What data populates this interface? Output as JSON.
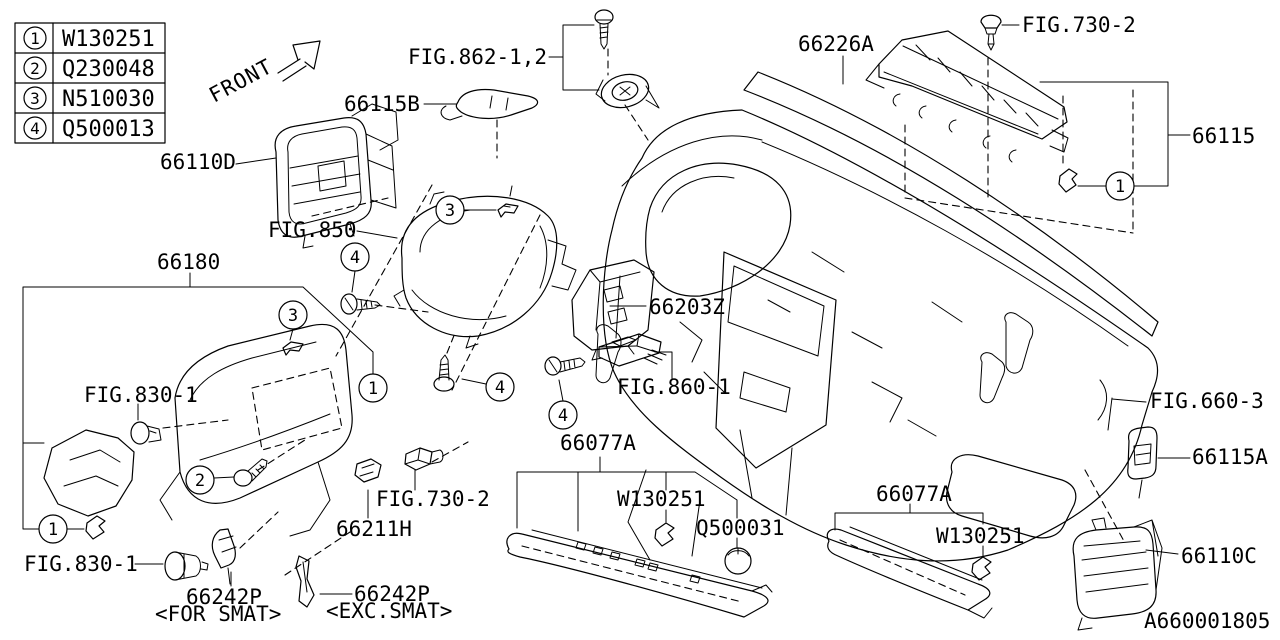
{
  "colors": {
    "ink": "#000000",
    "background": "#ffffff"
  },
  "front": {
    "label": "FRONT"
  },
  "legend": {
    "rows": [
      {
        "num": "1",
        "code": "W130251"
      },
      {
        "num": "2",
        "code": "Q230048"
      },
      {
        "num": "3",
        "code": "N510030"
      },
      {
        "num": "4",
        "code": "Q500013"
      }
    ]
  },
  "callouts": {
    "n1": "1",
    "n2": "2",
    "n3": "3",
    "n4": "4"
  },
  "labels": {
    "fig862": "FIG.862-1,2",
    "p66115b": "66115B",
    "p66110d": "66110D",
    "fig850": "FIG.850",
    "p66180": "66180",
    "fig830_top": "FIG.830-1",
    "fig830_bottom": "FIG.830-1",
    "fig730_left": "FIG.730-2",
    "fig730_right": "FIG.730-2",
    "p66211h": "66211H",
    "p66242_for": "66242P",
    "for_smat": "<FOR SMAT>",
    "p66242_exc": "66242P",
    "exc_smat": "<EXC.SMAT>",
    "a66077_center": "66077A",
    "a66077_right": "66077A",
    "w130251_center": "W130251",
    "w130251_right": "W130251",
    "q500031": "Q500031",
    "fig860": "FIG.860-1",
    "z66203": "66203Z",
    "a66226": "66226A",
    "p66115": "66115",
    "fig660": "FIG.660-3",
    "a66115a": "66115A",
    "p66110c": "66110C"
  },
  "drawing_number": "A660001805"
}
